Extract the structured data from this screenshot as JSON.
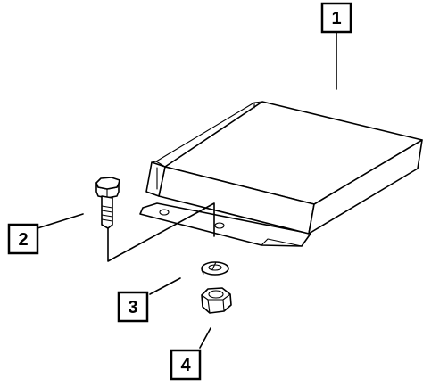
{
  "callouts": [
    {
      "number": "1",
      "part": "control-module"
    },
    {
      "number": "2",
      "part": "bolt"
    },
    {
      "number": "3",
      "part": "lock-washer"
    },
    {
      "number": "4",
      "part": "nut"
    }
  ],
  "colors": {
    "line": "#000000",
    "background": "#ffffff"
  }
}
